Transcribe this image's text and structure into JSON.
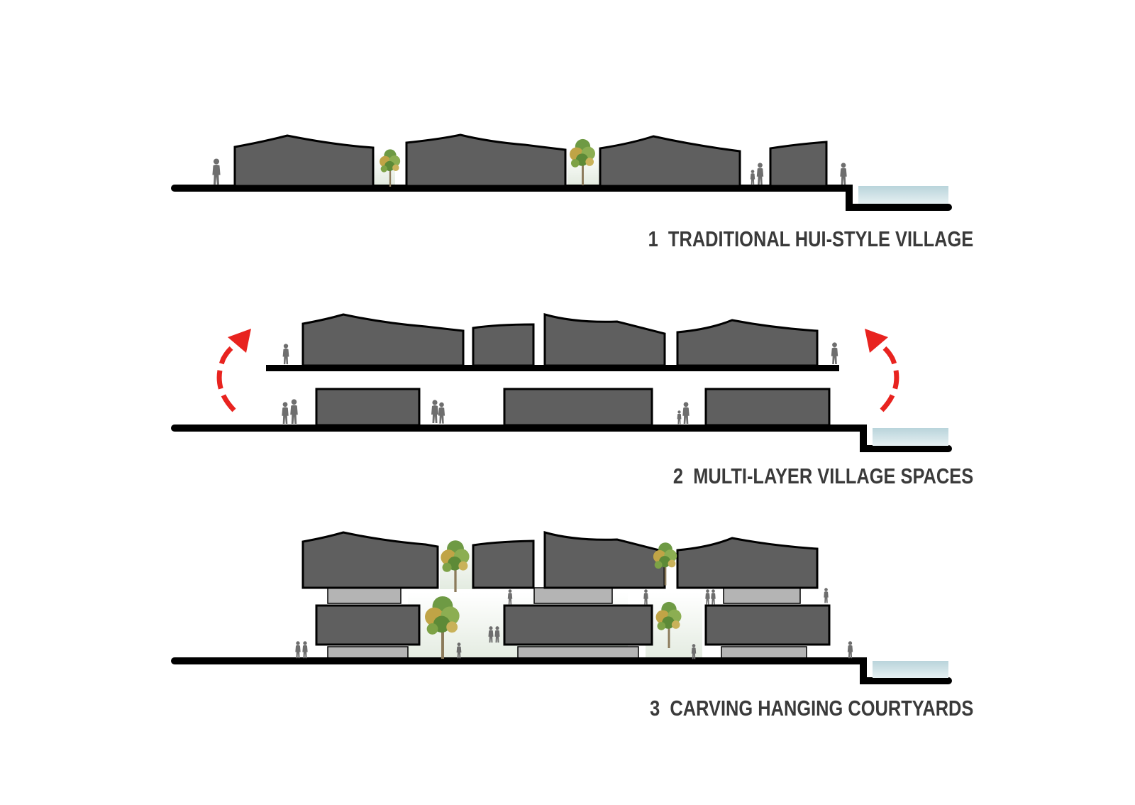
{
  "colors": {
    "building_dark": "#5f5f5f",
    "building_light": "#b4b4b4",
    "ground": "#000000",
    "water": "#c6dde2",
    "arrow": "#e8231f",
    "person": "#6e6e6e",
    "tree_green": "#5f8f3a",
    "tree_yellow": "#c9a83a"
  },
  "sections": [
    {
      "number": "1",
      "title": "TRADITIONAL HUI-STYLE VILLAGE"
    },
    {
      "number": "2",
      "title": "MULTI-LAYER VILLAGE SPACES"
    },
    {
      "number": "3",
      "title": "CARVING HANGING COURTYARDS"
    }
  ],
  "icons": {
    "person": "person-icon",
    "tree": "tree-icon",
    "arrow": "curved-arrow-icon"
  }
}
